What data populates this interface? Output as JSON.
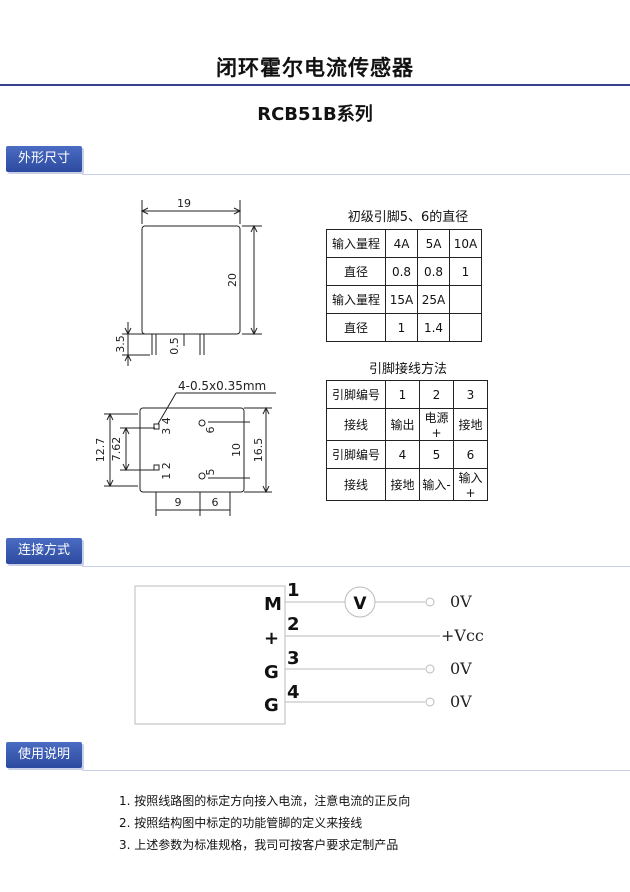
{
  "header": {
    "title": "闭环霍尔电流传感器",
    "series": "RCB51B系列"
  },
  "sections": {
    "dimensions": "外形尺寸",
    "connection": "连接方式",
    "usage": "使用说明"
  },
  "drawing": {
    "width": "19",
    "height": "20",
    "pin_length": "3.5",
    "pin_thickness": "0.5",
    "pin_spec": "4-0.5x0.35mm",
    "side_12_7": "12.7",
    "side_7_62": "7.62",
    "side_10": "10",
    "side_16_5": "16.5",
    "bottom_9": "9",
    "bottom_6": "6",
    "pin_label_34": "3 4",
    "pin_label_12": "1 2",
    "pin_label_6": "6",
    "pin_label_5": "5"
  },
  "diameter_table": {
    "title": "初级引脚5、6的直径",
    "rows": [
      [
        "输入量程",
        "4A",
        "5A",
        "10A"
      ],
      [
        "直径",
        "0.8",
        "0.8",
        "1"
      ],
      [
        "输入量程",
        "15A",
        "25A",
        ""
      ],
      [
        "直径",
        "1",
        "1.4",
        ""
      ]
    ]
  },
  "pin_table": {
    "title": "引脚接线方法",
    "rows": [
      [
        "引脚编号",
        "1",
        "2",
        "3"
      ],
      [
        "接线",
        "输出",
        "电源+",
        "接地"
      ],
      [
        "引脚编号",
        "4",
        "5",
        "6"
      ],
      [
        "接线",
        "接地",
        "输入-",
        "输入+"
      ]
    ]
  },
  "wiring": {
    "pins": [
      {
        "label": "M",
        "num": "1",
        "end": "0V"
      },
      {
        "label": "+",
        "num": "2",
        "end": "+Vcc"
      },
      {
        "label": "G",
        "num": "3",
        "end": "0V"
      },
      {
        "label": "G",
        "num": "4",
        "end": "0V"
      }
    ],
    "meter": "V"
  },
  "notes": [
    "1.  按照线路图的标定方向接入电流，注意电流的正反向",
    "2.  按照结构图中标定的功能管脚的定义来接线",
    "3.  上述参数为标准规格，我司可按客户要求定制产品"
  ]
}
